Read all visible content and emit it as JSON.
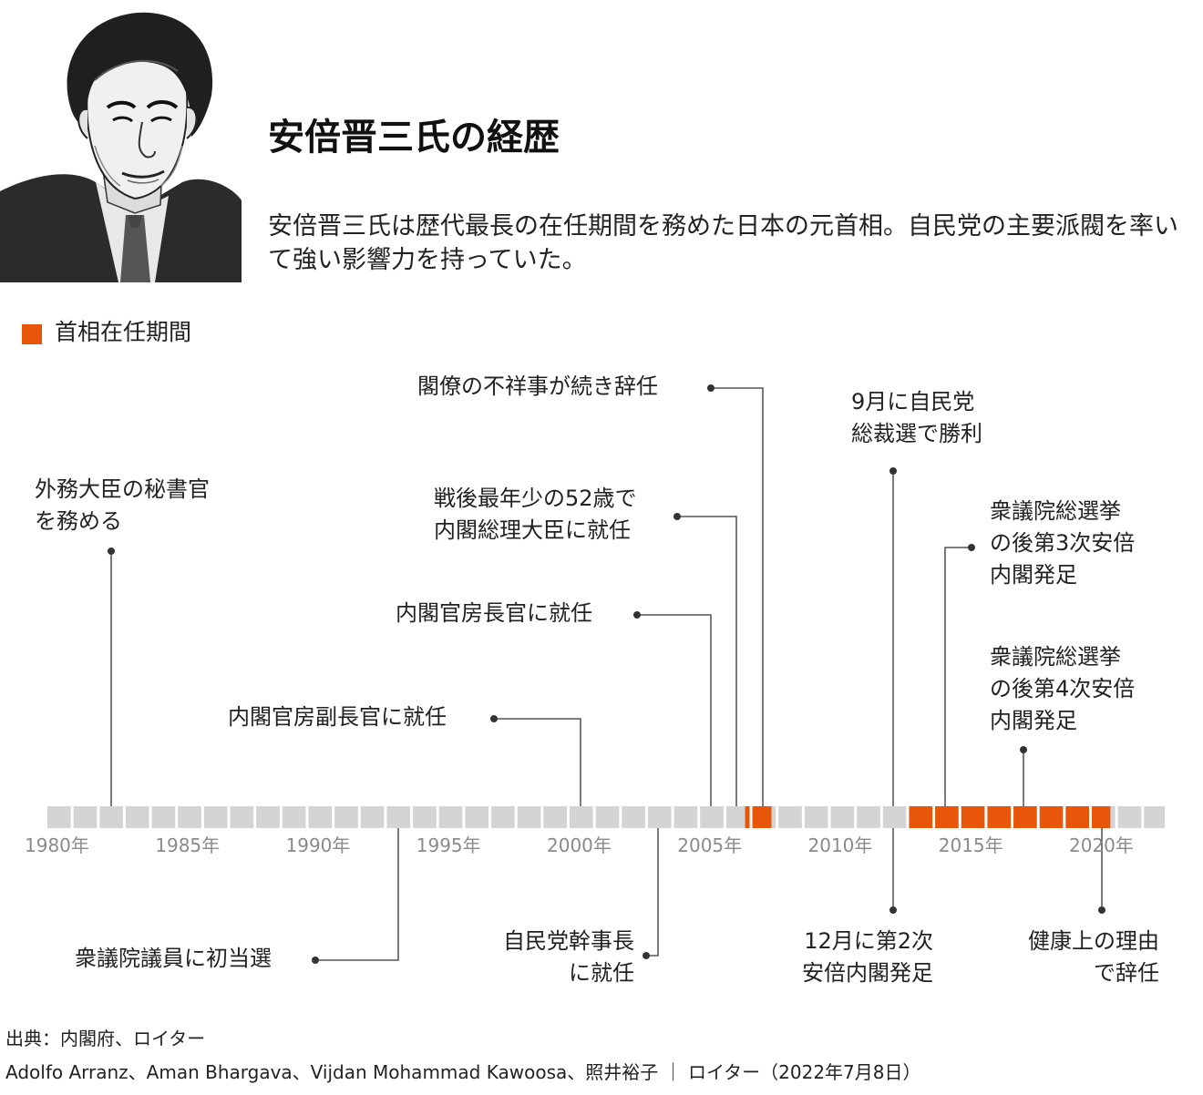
{
  "title": "安倍晋三氏の経歴",
  "subtitle": "安倍晋三氏は歴代最長の在任期間を務めた日本の元首相。自民党の主要派閥を率いて強い影響力を持っていた。",
  "legend": {
    "label": "首相在任期間"
  },
  "colors": {
    "term": "#e8560a",
    "track": "#d4d4d4",
    "line": "#333333",
    "axis_text": "#8a8a8a"
  },
  "timeline": {
    "year_range": [
      1980,
      2022.9
    ],
    "year_labels": [
      "1980年",
      "1985年",
      "1990年",
      "1995年",
      "2000年",
      "2005年",
      "2010年",
      "2015年",
      "2020年"
    ],
    "pm_terms": [
      {
        "start": 2006.72,
        "end": 2007.73
      },
      {
        "start": 2012.98,
        "end": 2020.71
      }
    ],
    "events": [
      {
        "text": "外務大臣の秘書官\nを務める"
      },
      {
        "text": "衆議院議員に初当選"
      },
      {
        "text": "内閣官房副長官に就任"
      },
      {
        "text": "自民党幹事長\nに就任"
      },
      {
        "text": "内閣官房長官に就任"
      },
      {
        "text": "戦後最年少の52歳で\n内閣総理大臣に就任"
      },
      {
        "text": "閣僚の不祥事が続き辞任"
      },
      {
        "text": "9月に自民党\n総裁選で勝利"
      },
      {
        "text": "12月に第2次\n安倍内閣発足"
      },
      {
        "text": "衆議院総選挙\nの後第3次安倍\n内閣発足"
      },
      {
        "text": "衆議院総選挙\nの後第4次安倍\n内閣発足"
      },
      {
        "text": "健康上の理由\nで辞任"
      }
    ]
  },
  "footer": {
    "source": "出典：内閣府、ロイター",
    "credit": "Adolfo Arranz、Aman Bhargava、Vijdan Mohammad Kawoosa、照井裕子 ｜ ロイター（2022年7月8日）"
  }
}
